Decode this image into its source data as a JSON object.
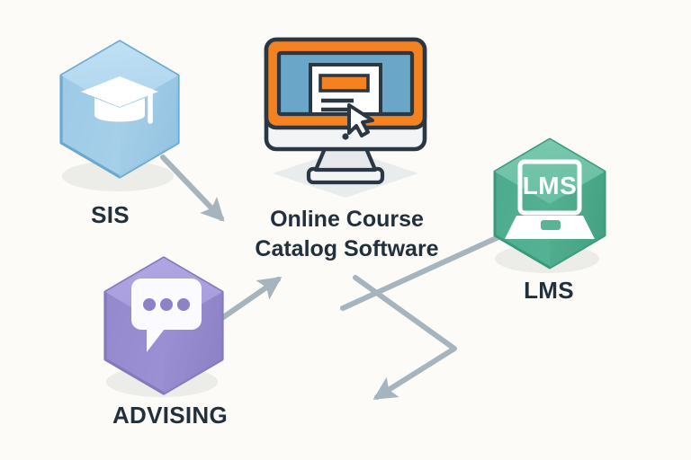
{
  "diagram": {
    "title": "Online Course Catalog Software integration diagram",
    "background_color": "#fdfbf7",
    "label_color": "#22303c",
    "connector_color": "#a5b4bd"
  },
  "center": {
    "name": "Online Course Catalog Software",
    "label_line_1": "Online Course",
    "label_line_2": "Catalog Software",
    "icon": "desktop-monitor-icon",
    "colors": {
      "bezel": "#f58220",
      "screen": "#6aa6c8",
      "page": "#ffffff",
      "outline": "#2b3743",
      "chin": "#eef1f2",
      "shadow": "#e4e9ea"
    }
  },
  "nodes": [
    {
      "id": "sis",
      "label": "SIS",
      "icon": "graduation-cap-icon",
      "shape": "hexagon",
      "colors": {
        "light": "#b7daf0",
        "mid": "#a4cfe8",
        "dark": "#8cc0df",
        "stroke": "#6aa9d0",
        "glyph": "#ffffff"
      }
    },
    {
      "id": "advising",
      "label": "ADVISING",
      "icon": "chat-bubble-icon",
      "shape": "hexagon",
      "colors": {
        "light": "#a99ede",
        "mid": "#9b90d4",
        "dark": "#8d82c6",
        "stroke": "#8379bd",
        "glyph": "#fbfaff"
      }
    },
    {
      "id": "lms",
      "label": "LMS",
      "icon": "laptop-icon",
      "icon_text": "LMS",
      "shape": "hexagon",
      "colors": {
        "light": "#73c2a9",
        "mid": "#57b495",
        "dark": "#49a587",
        "stroke": "#389a7c",
        "glyph": "#ffffff"
      }
    }
  ],
  "connectors": [
    {
      "id": "sis-to-center",
      "from": "sis",
      "to": "center",
      "style": "straight-arrow",
      "direction": "down-right"
    },
    {
      "id": "advising-to-center",
      "from": "advising",
      "to": "center",
      "style": "straight-arrow",
      "direction": "up-right"
    },
    {
      "id": "lms-to-center",
      "from": "lms",
      "to": "center",
      "style": "elbow-line",
      "direction": "down-left"
    },
    {
      "id": "center-to-downstream",
      "from": "center",
      "to": "downstream",
      "style": "zigzag-arrow",
      "direction": "down-left"
    }
  ]
}
